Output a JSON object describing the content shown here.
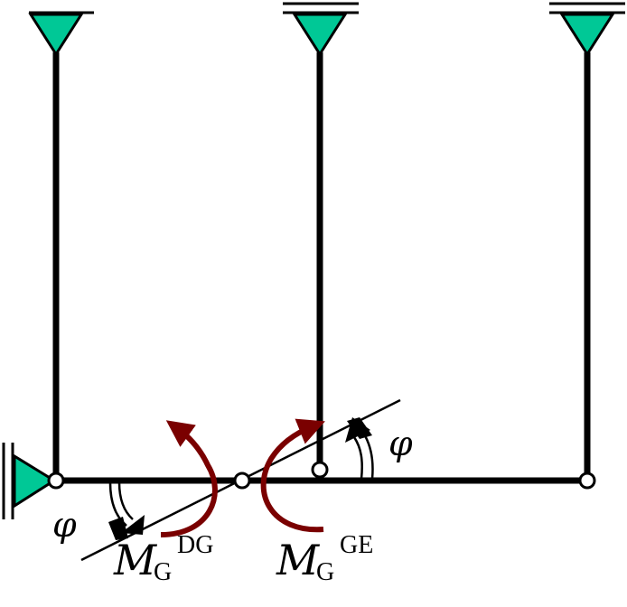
{
  "labels": {
    "phi_left": "φ",
    "phi_right": "φ",
    "moment_dg": {
      "symbol": "M",
      "subscript": "G",
      "superscript": "DG"
    },
    "moment_ge": {
      "symbol": "M",
      "subscript": "G",
      "superscript": "GE"
    }
  },
  "colors": {
    "member": "#000000",
    "support_fill": "#00c896",
    "moment_arrow": "#7a0000",
    "hinge_fill": "#ffffff"
  },
  "icons": {
    "top_supports": [
      "pin-support-icon",
      "roller-support-icon",
      "roller-support-icon"
    ],
    "left_support": "roller-support-icon",
    "moments": [
      "counterclockwise-moment-icon",
      "clockwise-moment-icon"
    ],
    "rotations": [
      "rotation-arrow-icon",
      "rotation-arrow-icon"
    ]
  }
}
